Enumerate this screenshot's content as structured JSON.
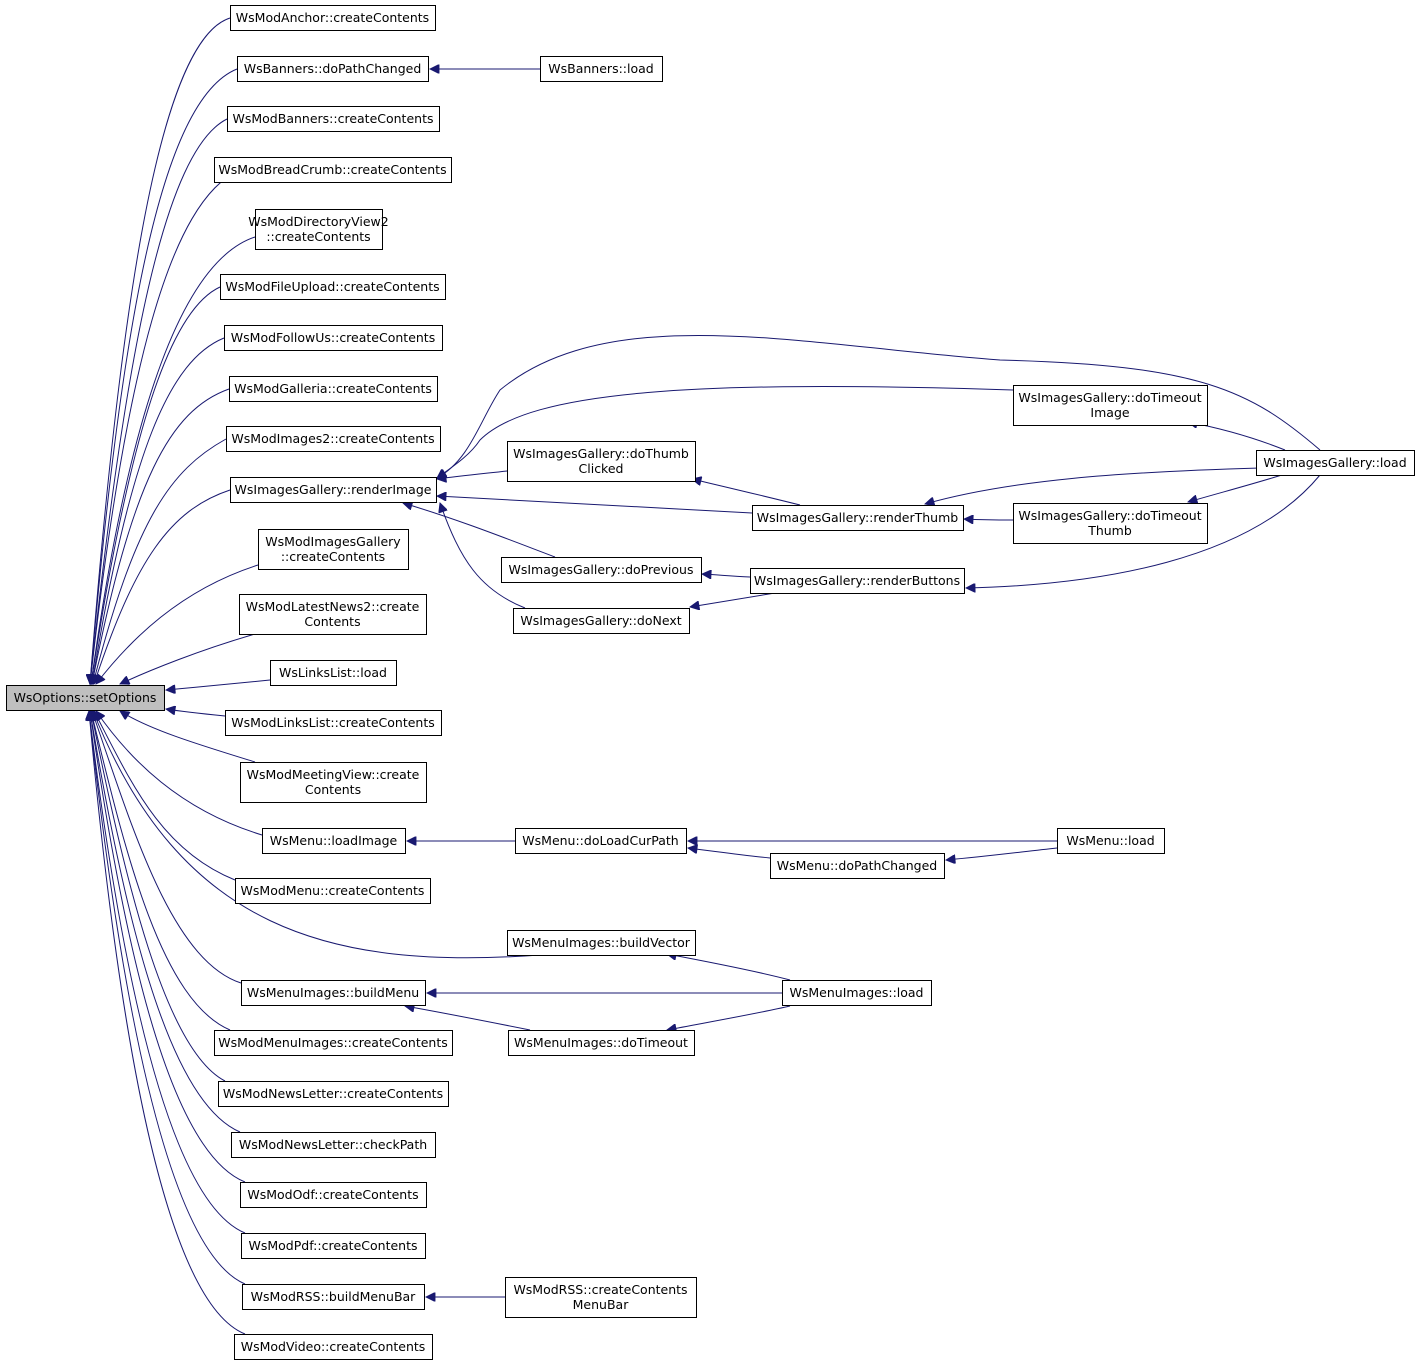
{
  "nodes": [
    {
      "id": "root",
      "lines": [
        "WsOptions::setOptions"
      ]
    },
    {
      "id": "n1",
      "lines": [
        "WsModAnchor::createContents"
      ]
    },
    {
      "id": "n2",
      "lines": [
        "WsBanners::doPathChanged"
      ]
    },
    {
      "id": "n3",
      "lines": [
        "WsModBanners::createContents"
      ]
    },
    {
      "id": "n4",
      "lines": [
        "WsModBreadCrumb::createContents"
      ]
    },
    {
      "id": "n5",
      "lines": [
        "WsModDirectoryView2",
        "::createContents"
      ]
    },
    {
      "id": "n6",
      "lines": [
        "WsModFileUpload::createContents"
      ]
    },
    {
      "id": "n7",
      "lines": [
        "WsModFollowUs::createContents"
      ]
    },
    {
      "id": "n8",
      "lines": [
        "WsModGalleria::createContents"
      ]
    },
    {
      "id": "n9",
      "lines": [
        "WsModImages2::createContents"
      ]
    },
    {
      "id": "n10",
      "lines": [
        "WsImagesGallery::renderImage"
      ]
    },
    {
      "id": "n11",
      "lines": [
        "WsModImagesGallery",
        "::createContents"
      ]
    },
    {
      "id": "n12",
      "lines": [
        "WsModLatestNews2::create",
        "Contents"
      ]
    },
    {
      "id": "n13",
      "lines": [
        "WsLinksList::load"
      ]
    },
    {
      "id": "n14",
      "lines": [
        "WsModLinksList::createContents"
      ]
    },
    {
      "id": "n15",
      "lines": [
        "WsModMeetingView::create",
        "Contents"
      ]
    },
    {
      "id": "n16",
      "lines": [
        "WsMenu::loadImage"
      ]
    },
    {
      "id": "n17",
      "lines": [
        "WsModMenu::createContents"
      ]
    },
    {
      "id": "n18",
      "lines": [
        "WsMenuImages::buildMenu"
      ]
    },
    {
      "id": "n19",
      "lines": [
        "WsModMenuImages::createContents"
      ]
    },
    {
      "id": "n20",
      "lines": [
        "WsModNewsLetter::createContents"
      ]
    },
    {
      "id": "n21",
      "lines": [
        "WsModNewsLetter::checkPath"
      ]
    },
    {
      "id": "n22",
      "lines": [
        "WsModOdf::createContents"
      ]
    },
    {
      "id": "n23",
      "lines": [
        "WsModPdf::createContents"
      ]
    },
    {
      "id": "n24",
      "lines": [
        "WsModRSS::buildMenuBar"
      ]
    },
    {
      "id": "n25",
      "lines": [
        "WsModVideo::createContents"
      ]
    },
    {
      "id": "b1",
      "lines": [
        "WsBanners::load"
      ]
    },
    {
      "id": "g1",
      "lines": [
        "WsImagesGallery::doThumb",
        "Clicked"
      ]
    },
    {
      "id": "g2",
      "lines": [
        "WsImagesGallery::doPrevious"
      ]
    },
    {
      "id": "g3",
      "lines": [
        "WsImagesGallery::doNext"
      ]
    },
    {
      "id": "g4",
      "lines": [
        "WsImagesGallery::renderThumb"
      ]
    },
    {
      "id": "g5",
      "lines": [
        "WsImagesGallery::renderButtons"
      ]
    },
    {
      "id": "g6",
      "lines": [
        "WsImagesGallery::doTimeout",
        "Image"
      ]
    },
    {
      "id": "g7",
      "lines": [
        "WsImagesGallery::doTimeout",
        "Thumb"
      ]
    },
    {
      "id": "g8",
      "lines": [
        "WsImagesGallery::load"
      ]
    },
    {
      "id": "m1",
      "lines": [
        "WsMenu::doLoadCurPath"
      ]
    },
    {
      "id": "m2",
      "lines": [
        "WsMenu::doPathChanged"
      ]
    },
    {
      "id": "m3",
      "lines": [
        "WsMenu::load"
      ]
    },
    {
      "id": "mi1",
      "lines": [
        "WsMenuImages::buildVector"
      ]
    },
    {
      "id": "mi2",
      "lines": [
        "WsMenuImages::doTimeout"
      ]
    },
    {
      "id": "mi3",
      "lines": [
        "WsMenuImages::load"
      ]
    },
    {
      "id": "r1",
      "lines": [
        "WsModRSS::createContents",
        "MenuBar"
      ]
    }
  ]
}
